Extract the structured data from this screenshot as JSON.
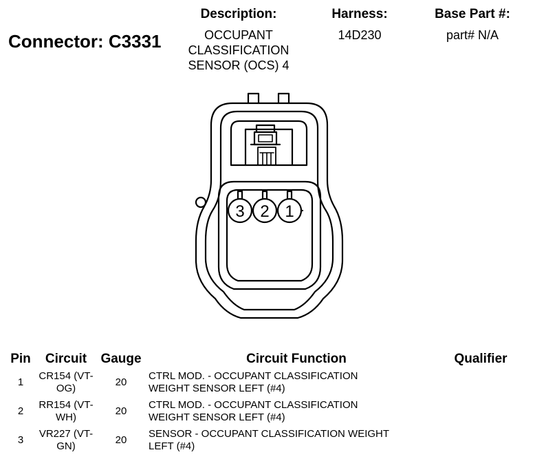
{
  "connector": {
    "label": "Connector: C3331"
  },
  "headers": {
    "description": "Description:",
    "harness": "Harness:",
    "base_part": "Base Part #:"
  },
  "values": {
    "description_lines": [
      "OCCUPANT",
      "CLASSIFICATION",
      "SENSOR (OCS) 4"
    ],
    "harness": "14D230",
    "base_part": "part# N/A"
  },
  "pin_labels": [
    "3",
    "2",
    "1"
  ],
  "table": {
    "columns": [
      "Pin",
      "Circuit",
      "Gauge",
      "Circuit Function",
      "Qualifier"
    ],
    "rows": [
      {
        "pin": "1",
        "circuit": [
          "CR154 (VT-",
          "OG)"
        ],
        "gauge": "20",
        "function": [
          "CTRL MOD. - OCCUPANT CLASSIFICATION",
          "WEIGHT SENSOR LEFT (#4)"
        ],
        "qualifier": ""
      },
      {
        "pin": "2",
        "circuit": [
          "RR154 (VT-",
          "WH)"
        ],
        "gauge": "20",
        "function": [
          "CTRL MOD. - OCCUPANT CLASSIFICATION",
          "WEIGHT SENSOR LEFT (#4)"
        ],
        "qualifier": ""
      },
      {
        "pin": "3",
        "circuit": [
          "VR227 (VT-",
          "GN)"
        ],
        "gauge": "20",
        "function": [
          "SENSOR - OCCUPANT CLASSIFICATION WEIGHT",
          "LEFT (#4)"
        ],
        "qualifier": ""
      }
    ]
  }
}
